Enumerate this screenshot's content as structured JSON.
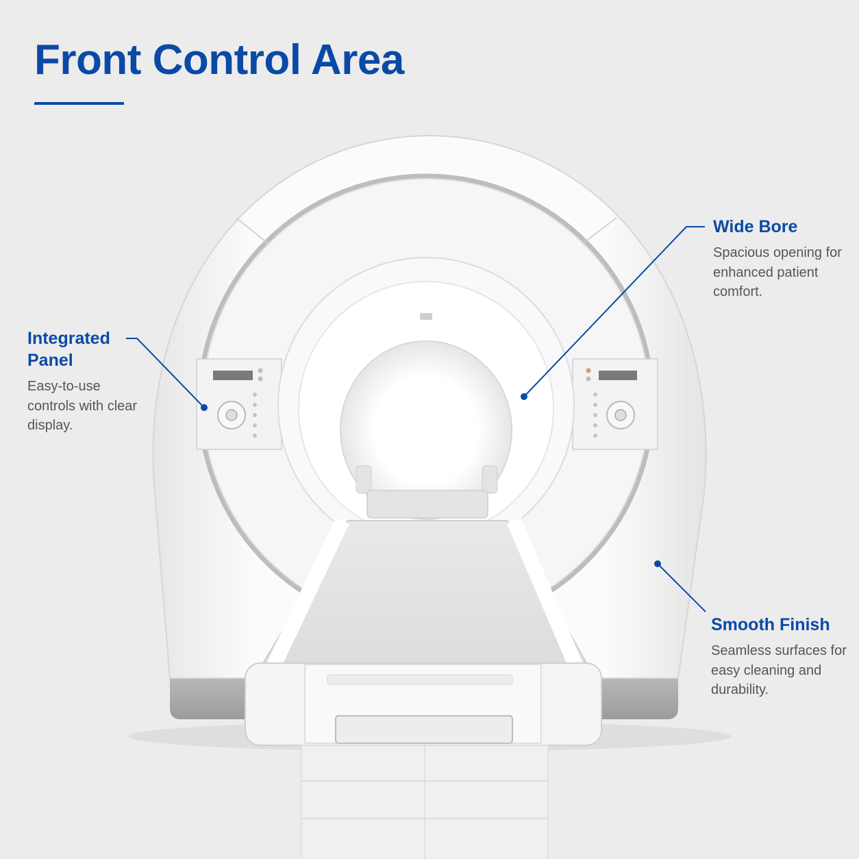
{
  "header": {
    "title": "Front Control Area"
  },
  "callouts": {
    "wide_bore": {
      "title": "Wide Bore",
      "description": "Spacious opening for enhanced patient comfort."
    },
    "integrated_panel": {
      "title": "Integrated Panel",
      "description": "Easy-to-use controls with clear display."
    },
    "smooth_finish": {
      "title": "Smooth Finish",
      "description": "Seamless surfaces for easy cleaning and durability."
    }
  },
  "colors": {
    "accent": "#0a4aa6",
    "background": "#ececec",
    "body_text": "#555555",
    "scanner_shell": "#f8f8f8",
    "base_trim": "#a8a8a8"
  }
}
